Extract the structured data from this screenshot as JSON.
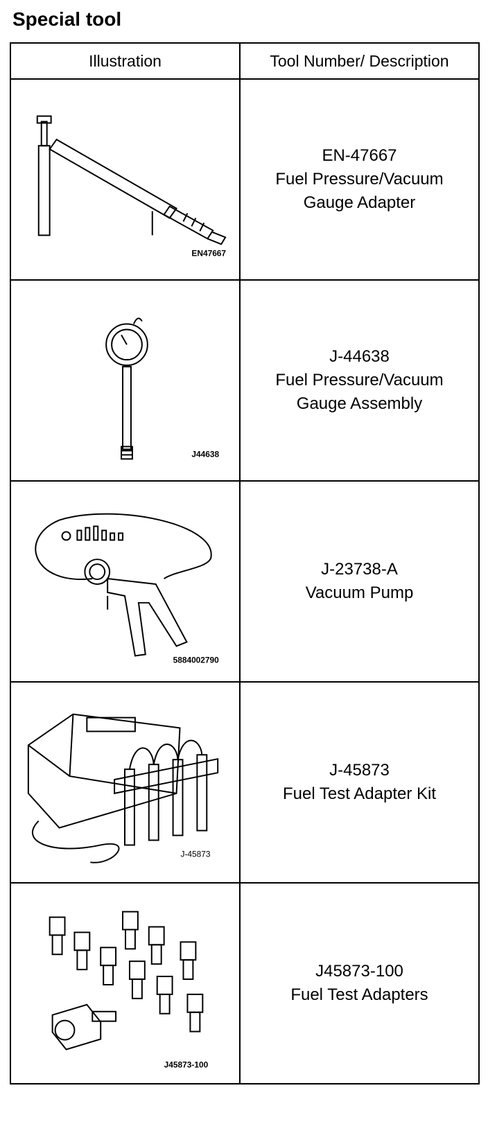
{
  "page": {
    "title": "Special tool"
  },
  "table": {
    "headers": [
      "Illustration",
      "Tool Number/ Description"
    ],
    "rows": [
      {
        "figure_label": "EN47667",
        "icon": "fuel-pressure-vacuum-gauge-adapter-icon",
        "number": "EN-47667",
        "desc_line1": "Fuel Pressure/Vacuum",
        "desc_line2": "Gauge Adapter"
      },
      {
        "figure_label": "J44638",
        "icon": "pressure-gauge-assembly-icon",
        "number": "J-44638",
        "desc_line1": "Fuel Pressure/Vacuum",
        "desc_line2": "Gauge Assembly"
      },
      {
        "figure_label": "5884002790",
        "icon": "vacuum-pump-icon",
        "number": "J-23738-A",
        "desc_line1": "Vacuum Pump",
        "desc_line2": ""
      },
      {
        "figure_label": "J-45873",
        "icon": "fuel-test-adapter-kit-icon",
        "number": "J-45873",
        "desc_line1": "Fuel Test Adapter Kit",
        "desc_line2": ""
      },
      {
        "figure_label": "J45873-100",
        "icon": "fuel-test-adapters-icon",
        "number": "J45873-100",
        "desc_line1": "Fuel Test Adapters",
        "desc_line2": ""
      }
    ]
  }
}
